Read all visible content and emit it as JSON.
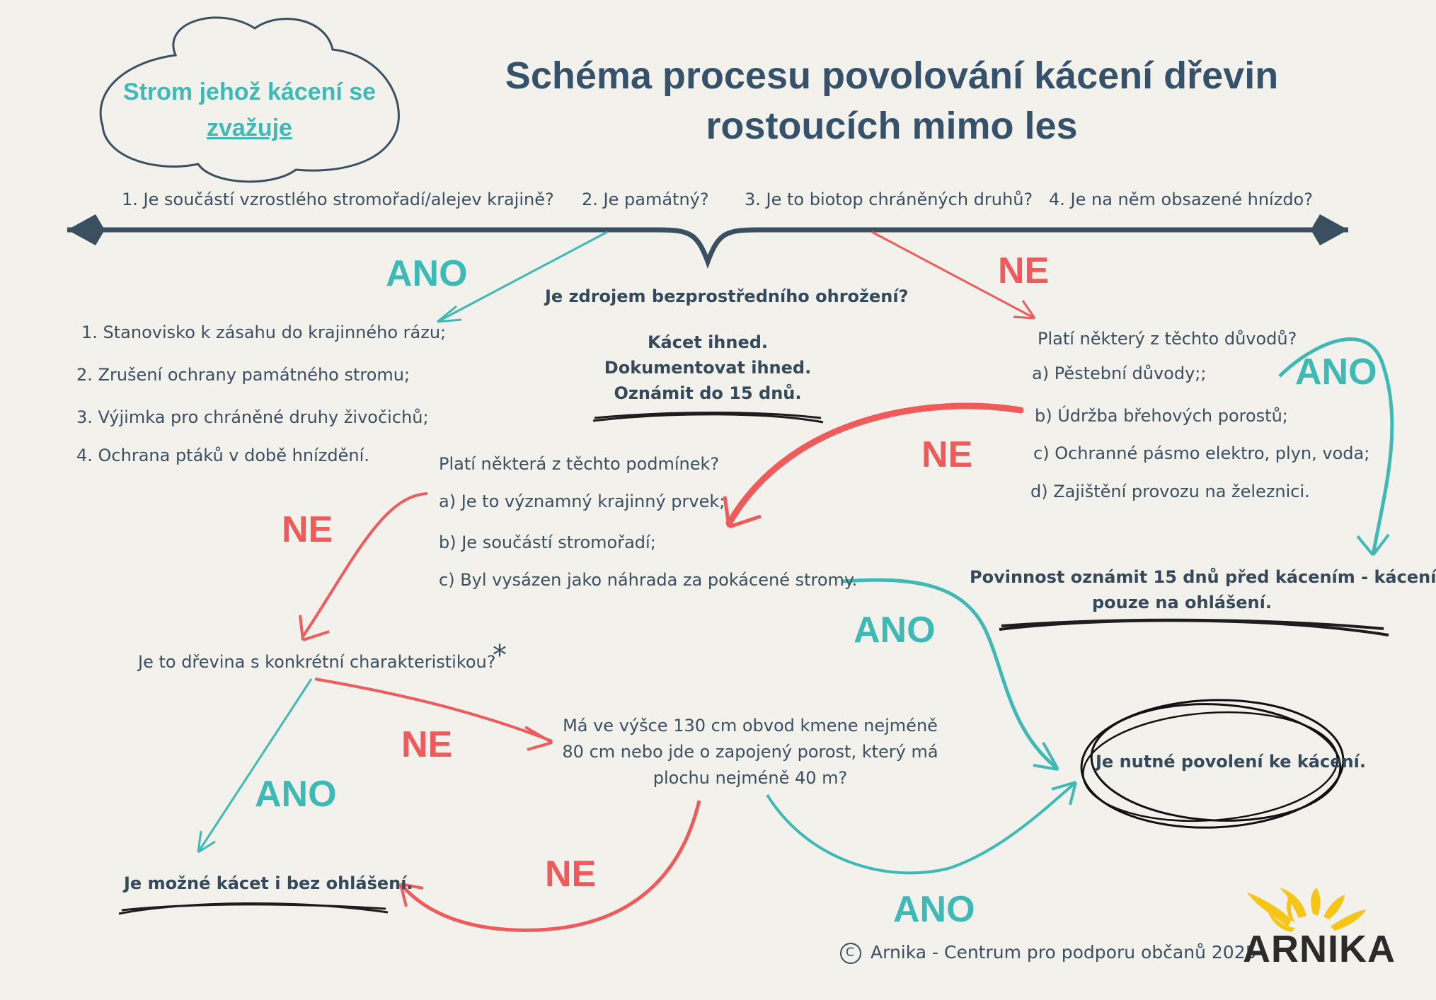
{
  "title": "Schéma procesu povolování kácení dřevin rostoucích mimo les",
  "cloud": {
    "line1": "Strom jehož kácení se",
    "line2": "zvažuje"
  },
  "top_questions": [
    "1. Je součástí vzrostlého stromořadí/alejev krajině?",
    "2. Je památný?",
    "3. Je to biotop chráněných druhů?",
    "4. Je na něm obsazené hnízdo?"
  ],
  "labels": {
    "ano": "ANO",
    "ne": "NE"
  },
  "left_list": [
    "1. Stanovisko k zásahu do krajinného rázu;",
    "2. Zrušení ochrany památného stromu;",
    "3. Výjimka pro chráněné druhy živočichů;",
    "4. Ochrana ptáků v době hnízdění."
  ],
  "threat": {
    "question": "Je zdrojem bezprostředního ohrožení?",
    "lines": [
      "Kácet ihned.",
      "Dokumentovat ihned.",
      "Oznámit do 15 dnů."
    ]
  },
  "reasons": {
    "question": "Platí některý z těchto důvodů?",
    "items": [
      "a) Pěstební důvody;;",
      "b) Údržba břehových porostů;",
      "c) Ochranné pásmo elektro, plyn, voda;",
      "d) Zajištění provozu na železnici."
    ]
  },
  "conditions": {
    "question": "Platí některá z těchto podmínek?",
    "items": [
      "a) Je to významný krajinný prvek;",
      "b) Je součástí stromořadí;",
      "c) Byl vysázen jako náhrada za pokácené stromy."
    ]
  },
  "notice": {
    "line1": "Povinnost oznámit 15 dnů před kácením - kácení",
    "line2": "pouze na ohlášení."
  },
  "specific": {
    "question": "Je to dřevina s konkrétní charakteristikou?",
    "asterisk": "*"
  },
  "trunk": {
    "line1": "Má ve výšce 130 cm obvod kmene nejméně",
    "line2": "80 cm nebo jde o zapojený porost, který má",
    "line3": "plochu nejméně 40 m?"
  },
  "permit": "Je nutné povolení ke kácení.",
  "no_notice": "Je možné kácet i bez ohlášení.",
  "copyright": "Arnika - Centrum pro podporu občanů 2025",
  "copyright_symbol": "C",
  "logo": "ARNIKA",
  "colors": {
    "teal": "#3fb9b6",
    "red": "#ef5a5a",
    "navy": "#35526a",
    "logo_yellow": "#f5c518"
  }
}
